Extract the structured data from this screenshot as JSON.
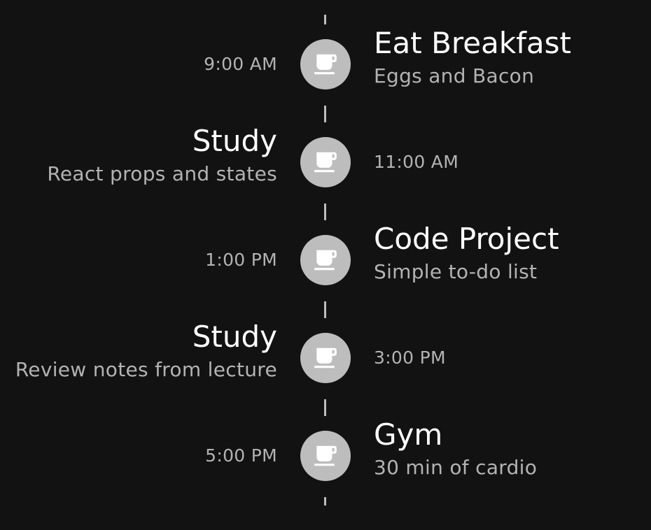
{
  "timeline": {
    "items": [
      {
        "time": "9:00 AM",
        "title": "Eat Breakfast",
        "description": "Eggs and Bacon",
        "icon": "coffee-cup-icon",
        "align": "right"
      },
      {
        "time": "11:00 AM",
        "title": "Study",
        "description": "React props and states",
        "icon": "coffee-cup-icon",
        "align": "left"
      },
      {
        "time": "1:00 PM",
        "title": "Code Project",
        "description": "Simple to-do list",
        "icon": "coffee-cup-icon",
        "align": "right"
      },
      {
        "time": "3:00 PM",
        "title": "Study",
        "description": "Review notes from lecture",
        "icon": "coffee-cup-icon",
        "align": "left"
      },
      {
        "time": "5:00 PM",
        "title": "Gym",
        "description": "30 min of cardio",
        "icon": "coffee-cup-icon",
        "align": "right"
      }
    ]
  },
  "colors": {
    "background": "#121212",
    "dot": "#bdbdbd",
    "icon": "#ffffff",
    "primary_text": "#ffffff",
    "secondary_text": "#b3b3b3"
  }
}
